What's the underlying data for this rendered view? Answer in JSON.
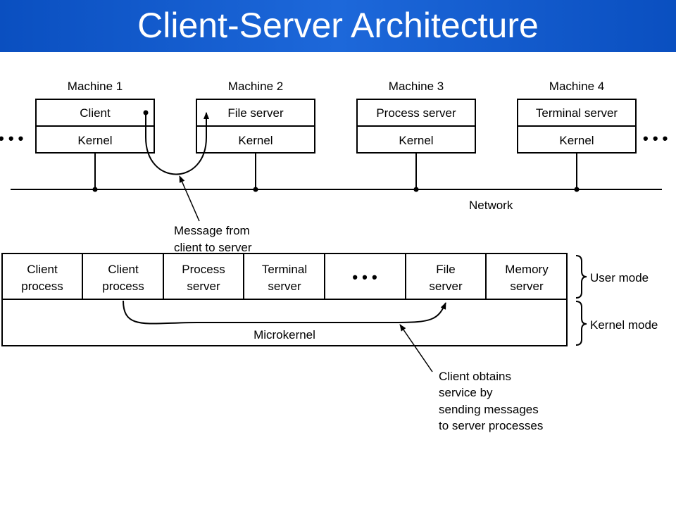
{
  "header": {
    "title": "Client-Server Architecture"
  },
  "machines": [
    {
      "label": "Machine 1",
      "top": "Client",
      "bottom": "Kernel"
    },
    {
      "label": "Machine 2",
      "top": "File server",
      "bottom": "Kernel"
    },
    {
      "label": "Machine 3",
      "top": "Process server",
      "bottom": "Kernel"
    },
    {
      "label": "Machine 4",
      "top": "Terminal server",
      "bottom": "Kernel"
    }
  ],
  "network": {
    "label": "Network",
    "ellipsis": "• • •"
  },
  "annotations": {
    "message_line1": "Message from",
    "message_line2": "client to server",
    "client_obtains_line1": "Client obtains",
    "client_obtains_line2": "service by",
    "client_obtains_line3": "sending messages",
    "client_obtains_line4": "to server processes"
  },
  "microkernel": {
    "cells": [
      {
        "line1": "Client",
        "line2": "process"
      },
      {
        "line1": "Client",
        "line2": "process"
      },
      {
        "line1": "Process",
        "line2": "server"
      },
      {
        "line1": "Terminal",
        "line2": "server"
      },
      {
        "line1": "• • •",
        "line2": ""
      },
      {
        "line1": "File",
        "line2": "server"
      },
      {
        "line1": "Memory",
        "line2": "server"
      }
    ],
    "kernel_label": "Microkernel",
    "user_mode_label": "User mode",
    "kernel_mode_label": "Kernel mode"
  }
}
